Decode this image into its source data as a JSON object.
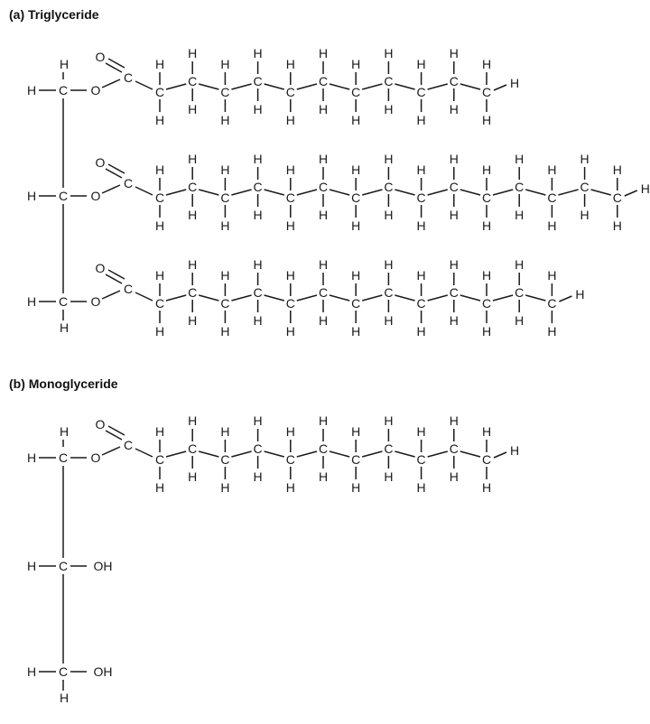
{
  "figure": {
    "colors": {
      "ink": "#1a1a1a",
      "background": "#ffffff"
    },
    "panels": [
      {
        "id": "a",
        "label": "(a) Triglyceride",
        "glycerol": [
          "H",
          "C",
          "O",
          "C",
          "H",
          "H"
        ],
        "ester_groups": [
          {
            "atoms": [
              "O",
              "C",
              "O"
            ],
            "chain_carbons": 11,
            "chain_end": "H"
          },
          {
            "atoms": [
              "O",
              "C",
              "O"
            ],
            "chain_carbons": 15,
            "chain_end": "H"
          },
          {
            "atoms": [
              "O",
              "C",
              "O"
            ],
            "chain_carbons": 13,
            "chain_end": "H"
          }
        ]
      },
      {
        "id": "b",
        "label": "(b) Monoglyceride",
        "ester_groups": [
          {
            "atoms": [
              "O",
              "C",
              "O"
            ],
            "chain_carbons": 11,
            "chain_end": "H"
          }
        ],
        "hydroxyl_label": "OH"
      }
    ]
  }
}
